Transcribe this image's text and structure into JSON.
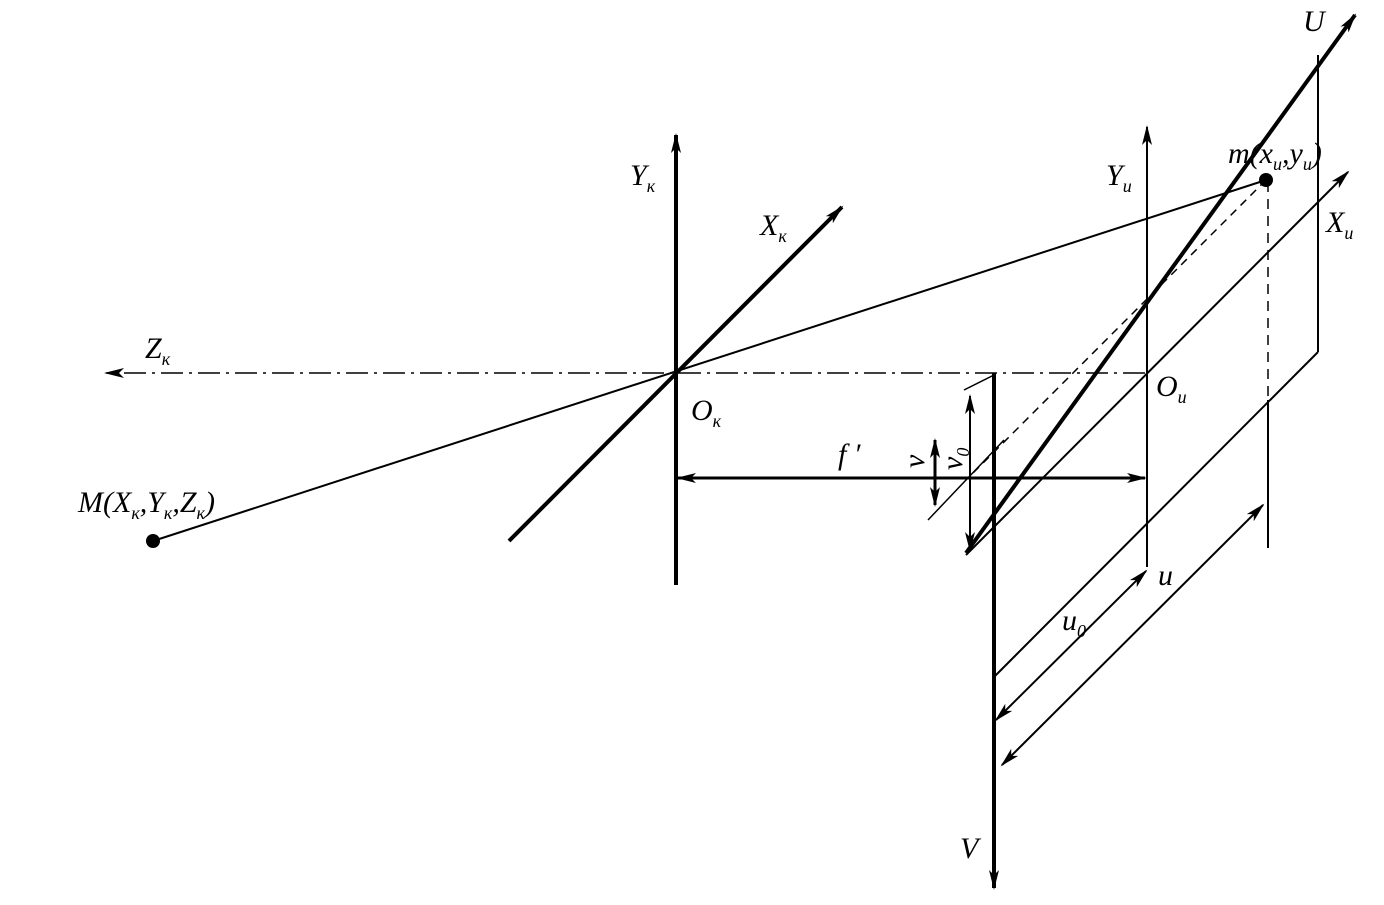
{
  "labels": {
    "axis_u": "U",
    "axis_v": "V",
    "axis_yk": "Y",
    "axis_yk_sub": "к",
    "axis_xk": "X",
    "axis_xk_sub": "к",
    "axis_zk": "Z",
    "axis_zk_sub": "к",
    "axis_yi": "Y",
    "axis_yi_sub": "и",
    "axis_xi": "X",
    "axis_xi_sub": "и",
    "origin_ok": "O",
    "origin_ok_sub": "к",
    "origin_oi": "O",
    "origin_oi_sub": "и",
    "focal": "f ′",
    "small_u": "u",
    "u_zero": "u",
    "u_zero_sub": "0",
    "small_v": "v",
    "v_zero": "v",
    "v_zero_sub": "0",
    "point_m": "m(x",
    "point_m_sub1": "и",
    "point_m_mid": ",y",
    "point_m_sub2": "и",
    "point_m_end": ")",
    "point_big_m_a": "M(X",
    "point_big_m_s1": "к",
    "point_big_m_b": ",Y",
    "point_big_m_s2": "к",
    "point_big_m_c": ",Z",
    "point_big_m_s3": "к",
    "point_big_m_d": ")"
  },
  "colors": {
    "ink": "#000000",
    "background": "#ffffff"
  }
}
